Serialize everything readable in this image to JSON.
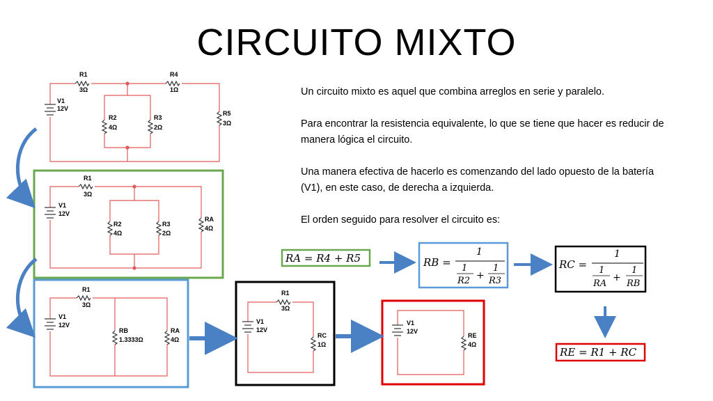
{
  "title": "CIRCUITO MIXTO",
  "colors": {
    "wire": "#e05a5a",
    "green": "#6aa84f",
    "blue": "#5b9bd5",
    "black": "#000000",
    "red": "#e00000",
    "arrow": "#4a80c4"
  },
  "paragraphs": [
    "Un circuito mixto es aquel que combina arreglos en serie y paralelo.",
    "Para encontrar la resistencia equivalente, lo que se tiene que hacer es reducir de manera lógica el circuito.",
    "Una manera efectiva de hacerlo es comenzando del lado opuesto de la batería (V1), en este caso, de derecha a izquierda.",
    "El orden seguido para resolver el circuito es:"
  ],
  "circuits": {
    "c1": {
      "v1": "V1",
      "v1v": "12V",
      "r1": "R1",
      "r1v": "3Ω",
      "r4": "R4",
      "r4v": "1Ω",
      "r2": "R2",
      "r2v": "4Ω",
      "r3": "R3",
      "r3v": "2Ω",
      "r5": "R5",
      "r5v": "3Ω"
    },
    "c2": {
      "v1": "V1",
      "v1v": "12V",
      "r1": "R1",
      "r1v": "3Ω",
      "r2": "R2",
      "r2v": "4Ω",
      "r3": "R3",
      "r3v": "2Ω",
      "ra": "RA",
      "rav": "4Ω"
    },
    "c3": {
      "v1": "V1",
      "v1v": "12V",
      "r1": "R1",
      "r1v": "3Ω",
      "rb": "RB",
      "rbv": "1.3333Ω",
      "ra": "RA",
      "rav": "4Ω"
    },
    "c4": {
      "v1": "V1",
      "v1v": "12V",
      "r1": "R1",
      "r1v": "3Ω",
      "rc": "RC",
      "rcv": "1Ω"
    },
    "c5": {
      "v1": "V1",
      "v1v": "12V",
      "re": "RE",
      "rev": "4Ω"
    }
  },
  "equations": {
    "ra": "RA = R4 + R5",
    "rb_lhs": "RB =",
    "rb_num": "1",
    "rb_t1_num": "1",
    "rb_t1_den": "R2",
    "rb_plus": "+",
    "rb_t2_num": "1",
    "rb_t2_den": "R3",
    "rc_lhs": "RC =",
    "rc_num": "1",
    "rc_t1_num": "1",
    "rc_t1_den": "RA",
    "rc_plus": "+",
    "rc_t2_num": "1",
    "rc_t2_den": "RB",
    "re": "RE = R1 + RC"
  }
}
